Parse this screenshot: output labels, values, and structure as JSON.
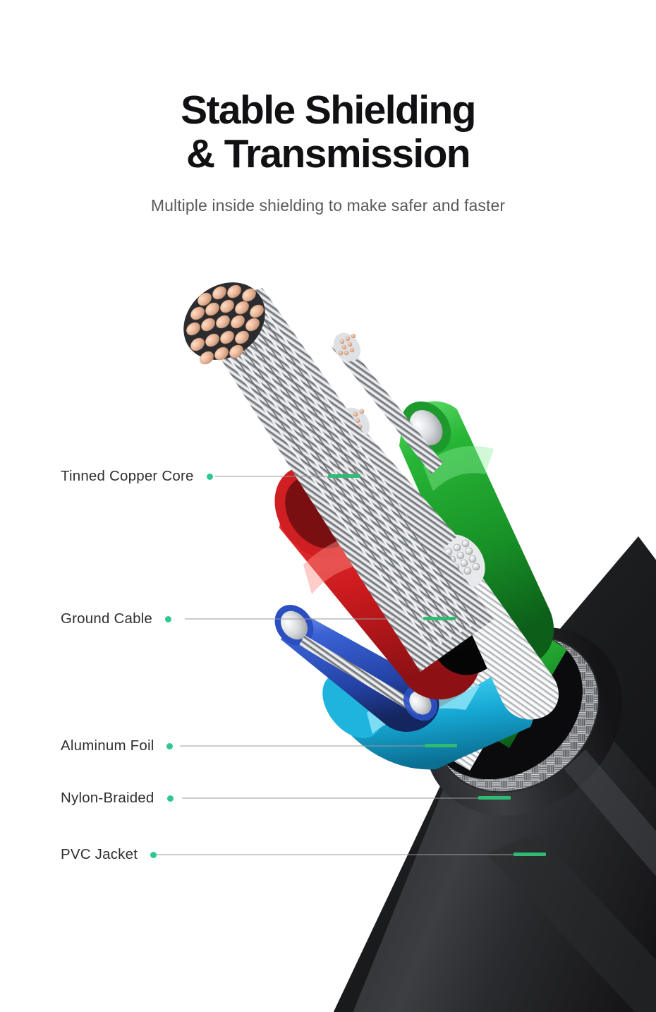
{
  "header": {
    "title_line1": "Stable Shielding",
    "title_line2": "& Transmission",
    "subtitle": "Multiple inside shielding to make safer and faster"
  },
  "callouts": [
    {
      "label": "Tinned Copper Core",
      "dot_color": "#2ec98d"
    },
    {
      "label": "Ground Cable",
      "dot_color": "#2ec98d"
    },
    {
      "label": "Aluminum Foil",
      "dot_color": "#2ec98d"
    },
    {
      "label": "Nylon-Braided",
      "dot_color": "#2ec98d"
    },
    {
      "label": "PVC Jacket",
      "dot_color": "#2ec98d"
    }
  ],
  "colors": {
    "background": "#ffffff",
    "title": "#111114",
    "subtitle": "#58595c",
    "label": "#2f3033",
    "accent_green": "#2ec98d",
    "leader_line": "#9a9a9e",
    "leader_tip": "#2fbc72",
    "pvc_jacket": "#1d1d1f",
    "aluminum_foil": "#c9cbcd",
    "nylon_braid": "#8e9093",
    "wire_red": "#e0282c",
    "wire_green": "#21a830",
    "wire_blue": "#3258c8",
    "wire_cyan": "#27c2e6",
    "wire_black": "#101013",
    "wire_white": "#f2f2f2",
    "copper": "#e8b89a",
    "tinned_silver": "#c8ccd0"
  },
  "artwork": {
    "subject": "cut-away-cable-cross-section",
    "layers": [
      "tinned-copper-core-bundle",
      "insulated-signal-wires",
      "ground-cable-bundle",
      "aluminum-foil-shield",
      "nylon-braid-shield",
      "pvc-outer-jacket"
    ]
  }
}
